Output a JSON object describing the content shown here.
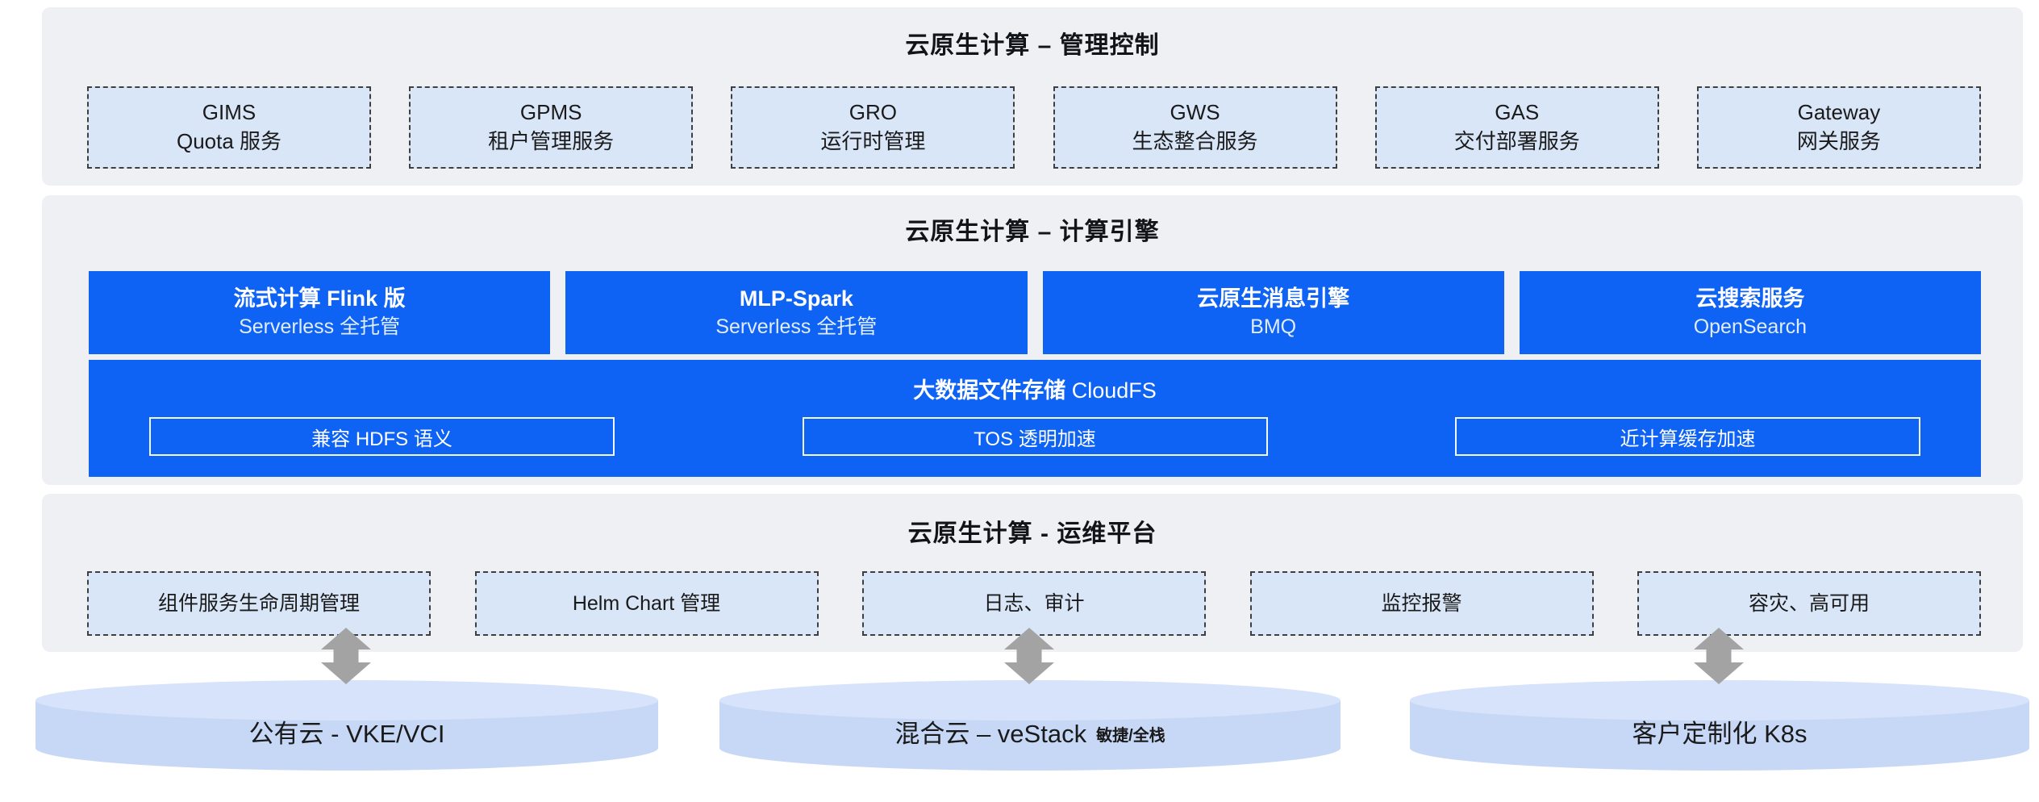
{
  "management": {
    "title": "云原生计算 – 管理控制",
    "boxes": [
      {
        "l1": "GIMS",
        "l2": "Quota 服务"
      },
      {
        "l1": "GPMS",
        "l2": "租户管理服务"
      },
      {
        "l1": "GRO",
        "l2": "运行时管理"
      },
      {
        "l1": "GWS",
        "l2": "生态整合服务"
      },
      {
        "l1": "GAS",
        "l2": "交付部署服务"
      },
      {
        "l1": "Gateway",
        "l2": "网关服务"
      }
    ]
  },
  "engine": {
    "title": "云原生计算 – 计算引擎",
    "boxes": [
      {
        "l1": "流式计算 Flink 版",
        "l2": "Serverless 全托管"
      },
      {
        "l1": "MLP-Spark",
        "l2": "Serverless 全托管"
      },
      {
        "l1": "云原生消息引擎",
        "l2": "BMQ"
      },
      {
        "l1": "云搜索服务",
        "l2": "OpenSearch"
      }
    ],
    "storage": {
      "name": "大数据文件存储",
      "product": "CloudFS",
      "features": [
        "兼容 HDFS 语义",
        "TOS 透明加速",
        "近计算缓存加速"
      ]
    }
  },
  "ops": {
    "title": "云原生计算 - 运维平台",
    "boxes": [
      "组件服务生命周期管理",
      "Helm Chart 管理",
      "日志、审计",
      "监控报警",
      "容灾、高可用"
    ]
  },
  "platforms": [
    {
      "name": "公有云 - VKE/VCI"
    },
    {
      "name": "混合云 – veStack",
      "tag": "敏捷/全栈"
    },
    {
      "name": "客户定制化 K8s"
    }
  ],
  "colors": {
    "primary_blue": "#0e63f5",
    "light_blue_fill": "#d9e6f8",
    "section_bg": "#eef0f3",
    "cylinder_body": "#c7d8f6",
    "cylinder_top": "#d7e3fa",
    "arrow_gray": "#a3a3a3"
  }
}
